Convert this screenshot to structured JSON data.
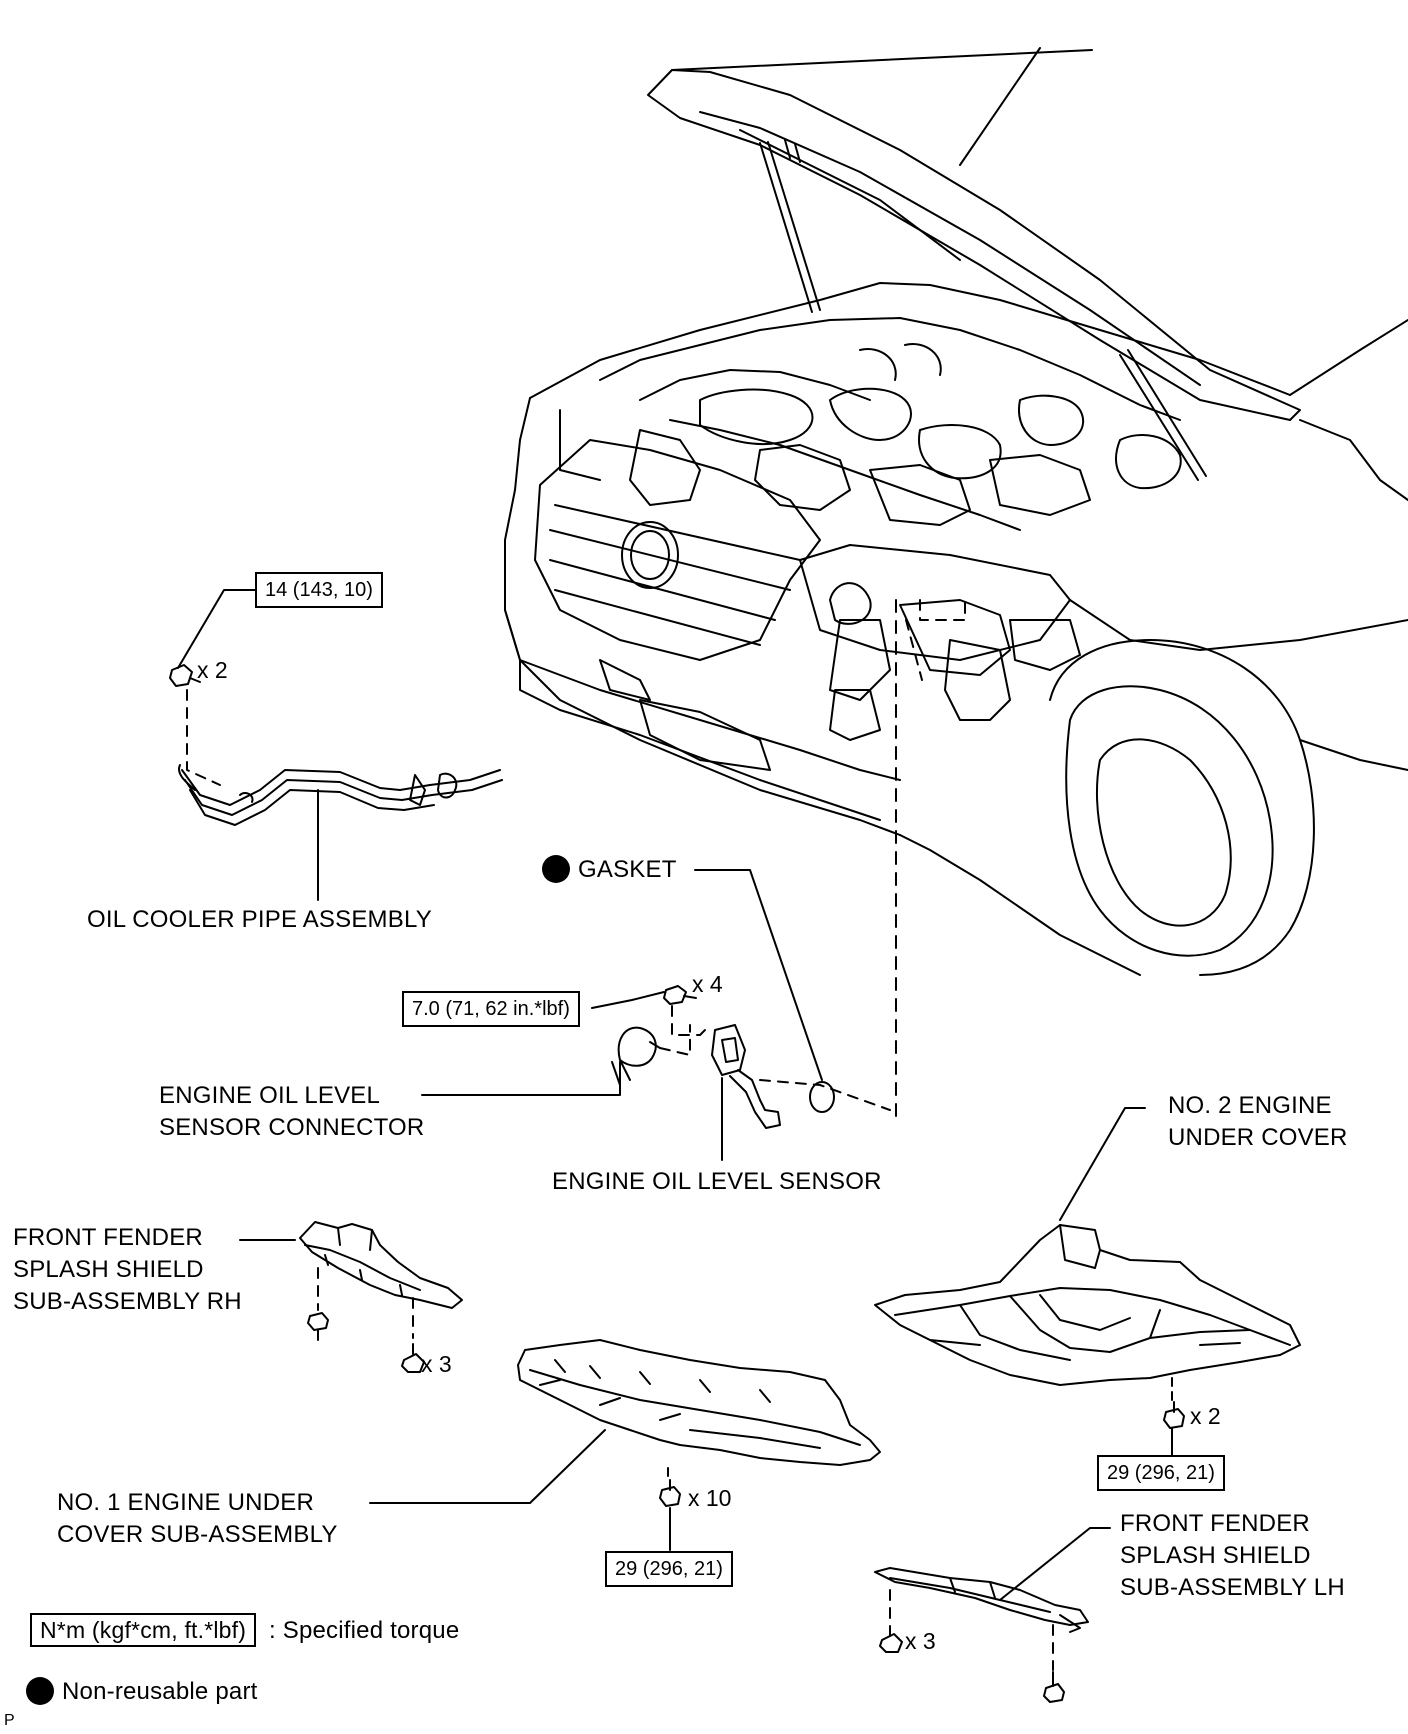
{
  "labels": {
    "gasket": "GASKET",
    "oil_cooler_pipe": "OIL COOLER PIPE ASSEMBLY",
    "oil_level_connector": [
      "ENGINE OIL LEVEL",
      "SENSOR CONNECTOR"
    ],
    "oil_level_sensor": "ENGINE OIL LEVEL SENSOR",
    "no2_under_cover": [
      "NO. 2 ENGINE",
      "UNDER COVER"
    ],
    "fender_rh": [
      "FRONT FENDER",
      "SPLASH SHIELD",
      "SUB-ASSEMBLY RH"
    ],
    "no1_under_cover": [
      "NO. 1 ENGINE UNDER",
      "COVER SUB-ASSEMBLY"
    ],
    "fender_lh": [
      "FRONT FENDER",
      "SPLASH SHIELD",
      "SUB-ASSEMBLY LH"
    ]
  },
  "torques": {
    "pipe": "14 (143, 10)",
    "sensor": "7.0 (71, 62 in.*lbf)",
    "no2": "29 (296, 21)",
    "no1": "29 (296, 21)"
  },
  "quantities": {
    "pipe": "x 2",
    "sensor": "x 4",
    "fender_rh": "x 3",
    "no2": "x 2",
    "no1": "x 10",
    "fender_lh": "x 3"
  },
  "legend": {
    "torque_box": "N*m (kgf*cm, ft.*lbf)",
    "torque_text": ": Specified torque",
    "nonreusable_text": "Non-reusable part"
  },
  "figure_code": "P"
}
